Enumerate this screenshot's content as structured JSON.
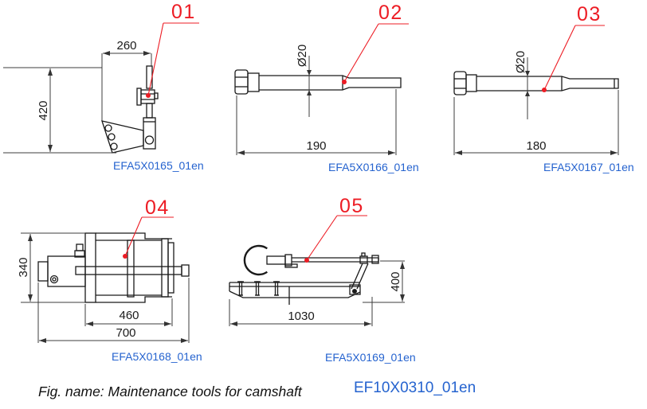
{
  "figure": {
    "caption": "Fig. name: Maintenance tools for camshaft",
    "doc_code": "EF10X0310_01en"
  },
  "colors": {
    "callout_red": "#ed1c24",
    "code_blue": "#2563cf",
    "line_black": "#1a1a1a"
  },
  "tools": [
    {
      "id": "01",
      "part_code": "EFA5X0165_01en",
      "dims": {
        "width": "260",
        "height": "420"
      }
    },
    {
      "id": "02",
      "part_code": "EFA5X0166_01en",
      "dims": {
        "diameter": "Ø20",
        "length": "190"
      }
    },
    {
      "id": "03",
      "part_code": "EFA5X0167_01en",
      "dims": {
        "diameter": "Ø20",
        "length": "180"
      }
    },
    {
      "id": "04",
      "part_code": "EFA5X0168_01en",
      "dims": {
        "height": "340",
        "body_length": "460",
        "length": "700"
      }
    },
    {
      "id": "05",
      "part_code": "EFA5X0169_01en",
      "dims": {
        "length": "1030",
        "height": "400"
      }
    }
  ]
}
